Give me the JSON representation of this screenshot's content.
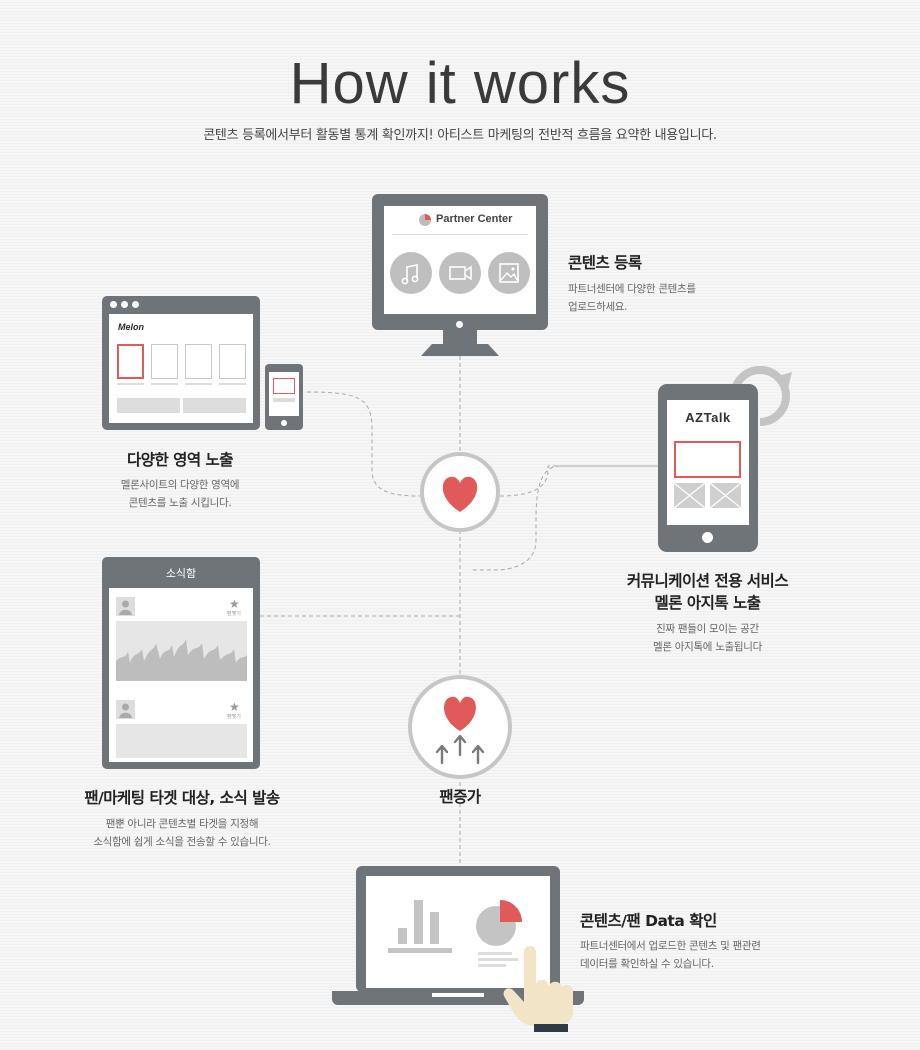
{
  "header": {
    "title": "How it works",
    "subtitle": "콘텐츠 등록에서부터 활동별 통계 확인까지! 아티스트 마케팅의 전반적 흐름을 요약한 내용입니다."
  },
  "steps": {
    "register": {
      "heading": "콘텐츠 등록",
      "desc_line1": "파트너센터에 다양한 콘텐츠를",
      "desc_line2": "업로드하세요.",
      "screen_title": "Partner Center"
    },
    "exposure": {
      "heading": "다양한 영역 노출",
      "desc_line1": "멜론사이트의 다양한 영역에",
      "desc_line2": "콘텐츠를 노출 시킵니다.",
      "logo": "Melon"
    },
    "aztalk": {
      "heading_line1": "커뮤니케이션 전용 서비스",
      "heading_line2": "멜론 아지톡 노출",
      "desc_line1": "진짜 팬들이 모이는 공간",
      "desc_line2": "멜론 아지톡에 노출됩니다",
      "app_title": "AZTalk"
    },
    "newsletter": {
      "heading": "팬/마케팅 타겟 대상, 소식 발송",
      "desc_line1": "팬뿐 아니라 콘텐츠별 타겟을 지정해",
      "desc_line2": "소식함에 쉽게 소식을 전송할 수 있습니다.",
      "tablet_title": "소식함",
      "star_label": "팬맺기"
    },
    "fan_increase": {
      "label": "팬증가"
    },
    "data_check": {
      "heading": "콘텐츠/팬 Data 확인",
      "desc_line1": "파트너센터에서 업로드한 콘텐츠 및 팬관련",
      "desc_line2": "데이터를 확인하실 수 있습니다."
    }
  },
  "colors": {
    "device_gray": "#6f7479",
    "accent_red": "#e05a5a",
    "circle_stroke": "#c9c9c9",
    "icon_gray": "#c4c4c4"
  }
}
